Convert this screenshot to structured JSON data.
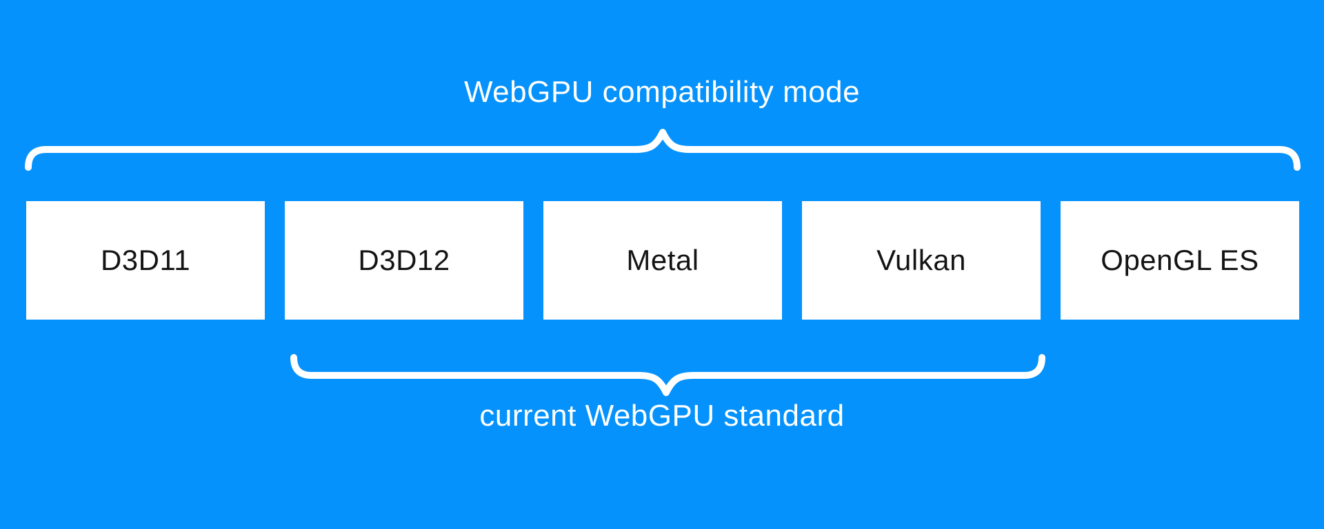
{
  "diagram": {
    "top_label": "WebGPU compatibility mode",
    "bottom_label": "current WebGPU standard",
    "boxes": [
      "D3D11",
      "D3D12",
      "Metal",
      "Vulkan",
      "OpenGL ES"
    ],
    "top_brace_spans": "all five graphics APIs",
    "bottom_brace_spans": "D3D12, Metal, Vulkan"
  },
  "colors": {
    "background": "#0592fc",
    "box-bg": "#ffffff",
    "box-text": "#141414",
    "label": "#ffffff",
    "brace": "#ffffff"
  }
}
